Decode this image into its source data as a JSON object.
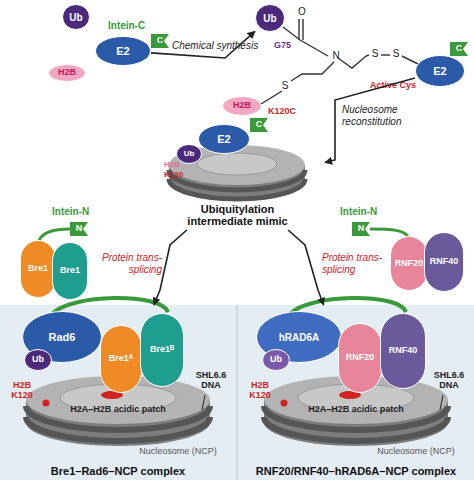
{
  "diagram": {
    "nodes": [
      {
        "text": [
          "Ub"
        ]
      },
      {
        "text": [
          "E2"
        ]
      },
      {
        "text": [
          "C"
        ]
      },
      {
        "text": [
          "H2B"
        ]
      },
      {
        "text": [
          "Ub"
        ]
      },
      {
        "text": [
          "E2"
        ]
      },
      {
        "text": [
          "C"
        ]
      },
      {
        "text": [
          "H2B"
        ]
      },
      {
        "text": [
          "Ubiquitylation intermediate mimic"
        ]
      },
      {
        "text": [
          "E2"
        ]
      },
      {
        "text": [
          "Ub"
        ]
      },
      {
        "text": [
          "C"
        ]
      },
      {
        "text": [
          "N"
        ]
      },
      {
        "text": [
          "Bre1"
        ]
      },
      {
        "text": [
          "Bre1"
        ]
      },
      {
        "text": [
          "N"
        ]
      },
      {
        "text": [
          "RNF20"
        ]
      },
      {
        "text": [
          "RNF40"
        ]
      },
      {
        "text": [
          "Bre1–Rad6–NCP complex"
        ]
      },
      {
        "text": [
          "Rad6"
        ],
        "in": 18
      },
      {
        "text": [
          "Ub"
        ],
        "in": 18
      },
      {
        "text": [
          "Bre1ᴬ"
        ],
        "in": 18
      },
      {
        "text": [
          "Bre1ᴮ"
        ],
        "in": 18
      },
      {
        "text": [
          "RNF20/RNF40–hRAD6A–NCP complex"
        ]
      },
      {
        "text": [
          "hRAD6A"
        ],
        "in": 23
      },
      {
        "text": [
          "Ub"
        ],
        "in": 23
      },
      {
        "text": [
          "RNF20"
        ],
        "in": 23
      },
      {
        "text": [
          "RNF40"
        ],
        "in": 23
      }
    ],
    "edges": [
      {
        "from": 1,
        "to": 4,
        "arrow": "to",
        "label": "Chemical synthesis"
      },
      {
        "from": 5,
        "to": 8,
        "arrow": "to",
        "label": "Nucleosome reconstitution"
      },
      {
        "from": 8,
        "to": 18,
        "arrow": "to",
        "label": "Protein trans-splicing"
      },
      {
        "from": 8,
        "to": 23,
        "arrow": "to",
        "label": "Protein trans-splicing"
      }
    ],
    "labels": [
      "Intein-C",
      "O",
      "G75",
      "N",
      "S",
      "S",
      "S",
      "K120C",
      "Active Cys",
      "H2B",
      "K120",
      "Intein-N",
      "Intein-N",
      "H2B K120",
      "SHL6.6 DNA",
      "H2A–H2B acidic patch",
      "Nucleosome (NCP)",
      "H2B K120",
      "SHL6.6 DNA",
      "H2A–H2B acidic patch",
      "Nucleosome (NCP)"
    ]
  }
}
